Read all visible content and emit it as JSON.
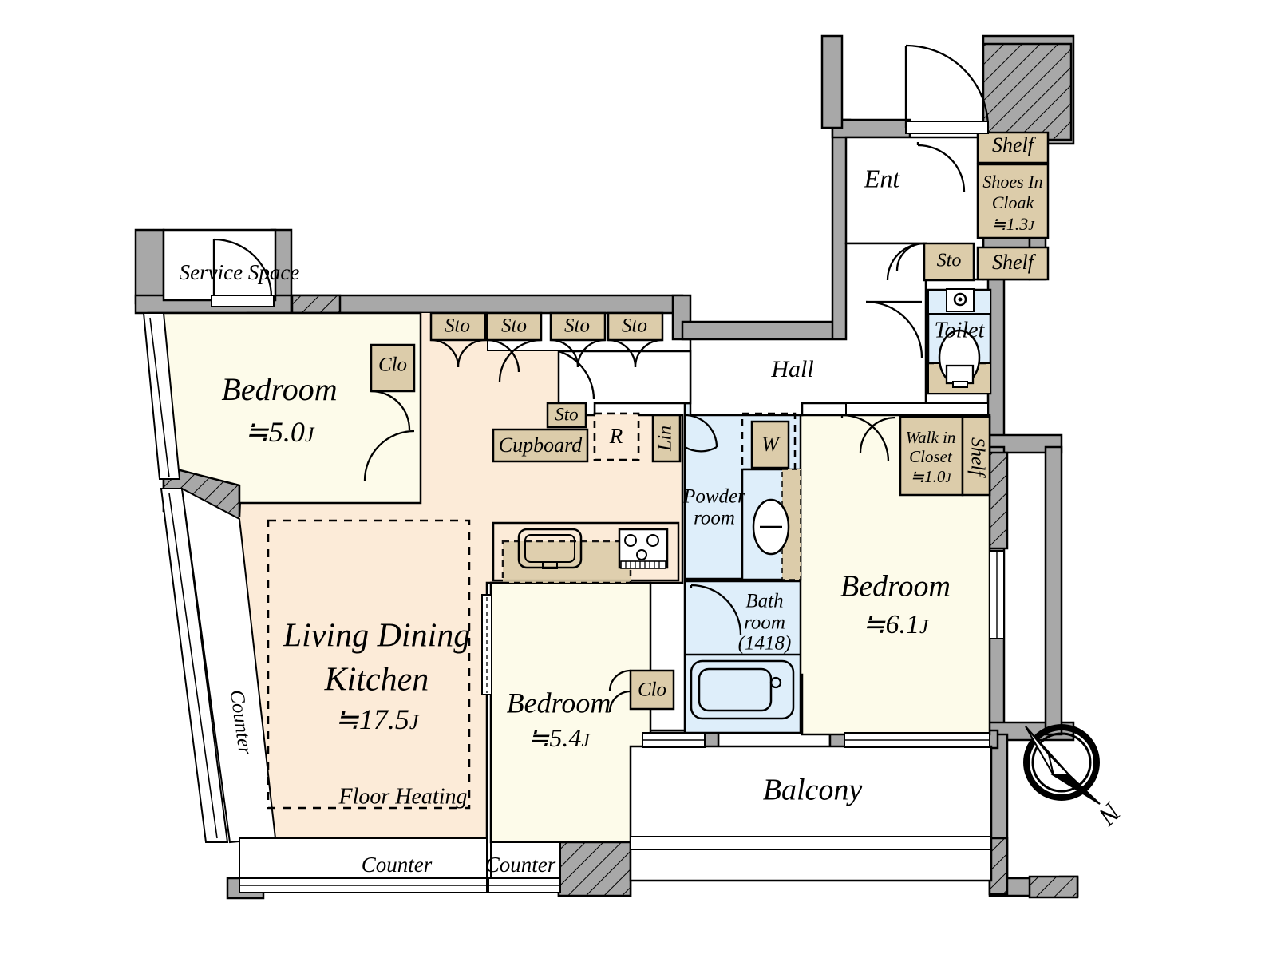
{
  "plan": {
    "type": "residential-floor-plan",
    "unit_system": "Japanese tatami (J = jo)",
    "colors": {
      "living": "#FCEBD8",
      "bedroom": "#FDFBEA",
      "wet_area": "#DEEEFA",
      "storage": "#DCCCAA",
      "wall": "#A8A8A8",
      "outline": "#000000",
      "background": "#FFFFFF"
    },
    "rooms": [
      {
        "id": "ldk",
        "name": "Living Dining Kitchen",
        "area": "17.5",
        "unit": "J",
        "approx": "≒",
        "note": "Floor Heating",
        "fill": "living"
      },
      {
        "id": "bedroom_nw",
        "name": "Bedroom",
        "area": "5.0",
        "unit": "J",
        "approx": "≒",
        "fill": "bedroom"
      },
      {
        "id": "bedroom_s",
        "name": "Bedroom",
        "area": "5.4",
        "unit": "J",
        "approx": "≒",
        "fill": "bedroom"
      },
      {
        "id": "bedroom_e",
        "name": "Bedroom",
        "area": "6.1",
        "unit": "J",
        "approx": "≒",
        "fill": "bedroom"
      },
      {
        "id": "balcony",
        "name": "Balcony",
        "fill": "background"
      },
      {
        "id": "hall",
        "name": "Hall",
        "fill": "background"
      },
      {
        "id": "ent",
        "name": "Ent",
        "fill": "background"
      },
      {
        "id": "service",
        "name": "Service Space",
        "fill": "background"
      },
      {
        "id": "powder",
        "name": "Powder room",
        "fill": "wet_area"
      },
      {
        "id": "bath",
        "name": "Bath room",
        "size_code": "(1418)",
        "fill": "wet_area"
      },
      {
        "id": "toilet",
        "name": "Toilet",
        "fill": "wet_area"
      }
    ],
    "storages": [
      {
        "id": "shelf_top",
        "name": "Shelf"
      },
      {
        "id": "shoes_cloak",
        "name": "Shoes In Cloak",
        "area": "1.3",
        "unit": "J",
        "approx": "≒"
      },
      {
        "id": "shelf_bot",
        "name": "Shelf"
      },
      {
        "id": "sto_ent",
        "name": "Sto"
      },
      {
        "id": "walk_closet",
        "name": "Walk in Closet",
        "area": "1.0",
        "unit": "J",
        "approx": "≒"
      },
      {
        "id": "shelf_wic",
        "name": "Shelf"
      },
      {
        "id": "sto_1",
        "name": "Sto"
      },
      {
        "id": "sto_2",
        "name": "Sto"
      },
      {
        "id": "sto_3",
        "name": "Sto"
      },
      {
        "id": "sto_4",
        "name": "Sto"
      },
      {
        "id": "sto_5",
        "name": "Sto"
      },
      {
        "id": "clo_nw",
        "name": "Clo"
      },
      {
        "id": "clo_s",
        "name": "Clo"
      },
      {
        "id": "cupboard",
        "name": "Cupboard"
      },
      {
        "id": "lin",
        "name": "Lin"
      }
    ],
    "appliances": [
      {
        "id": "fridge",
        "name": "R",
        "desc": "refrigerator-space"
      },
      {
        "id": "washer",
        "name": "W",
        "desc": "washer-space"
      }
    ],
    "counters": [
      {
        "id": "counter_west",
        "name": "Counter"
      },
      {
        "id": "counter_south",
        "name": "Counter"
      },
      {
        "id": "counter_south2",
        "name": "Counter"
      }
    ],
    "annotations": [
      {
        "id": "floor_heating",
        "name": "Floor Heating"
      }
    ],
    "compass": {
      "label": "N",
      "direction": "north-west"
    }
  }
}
